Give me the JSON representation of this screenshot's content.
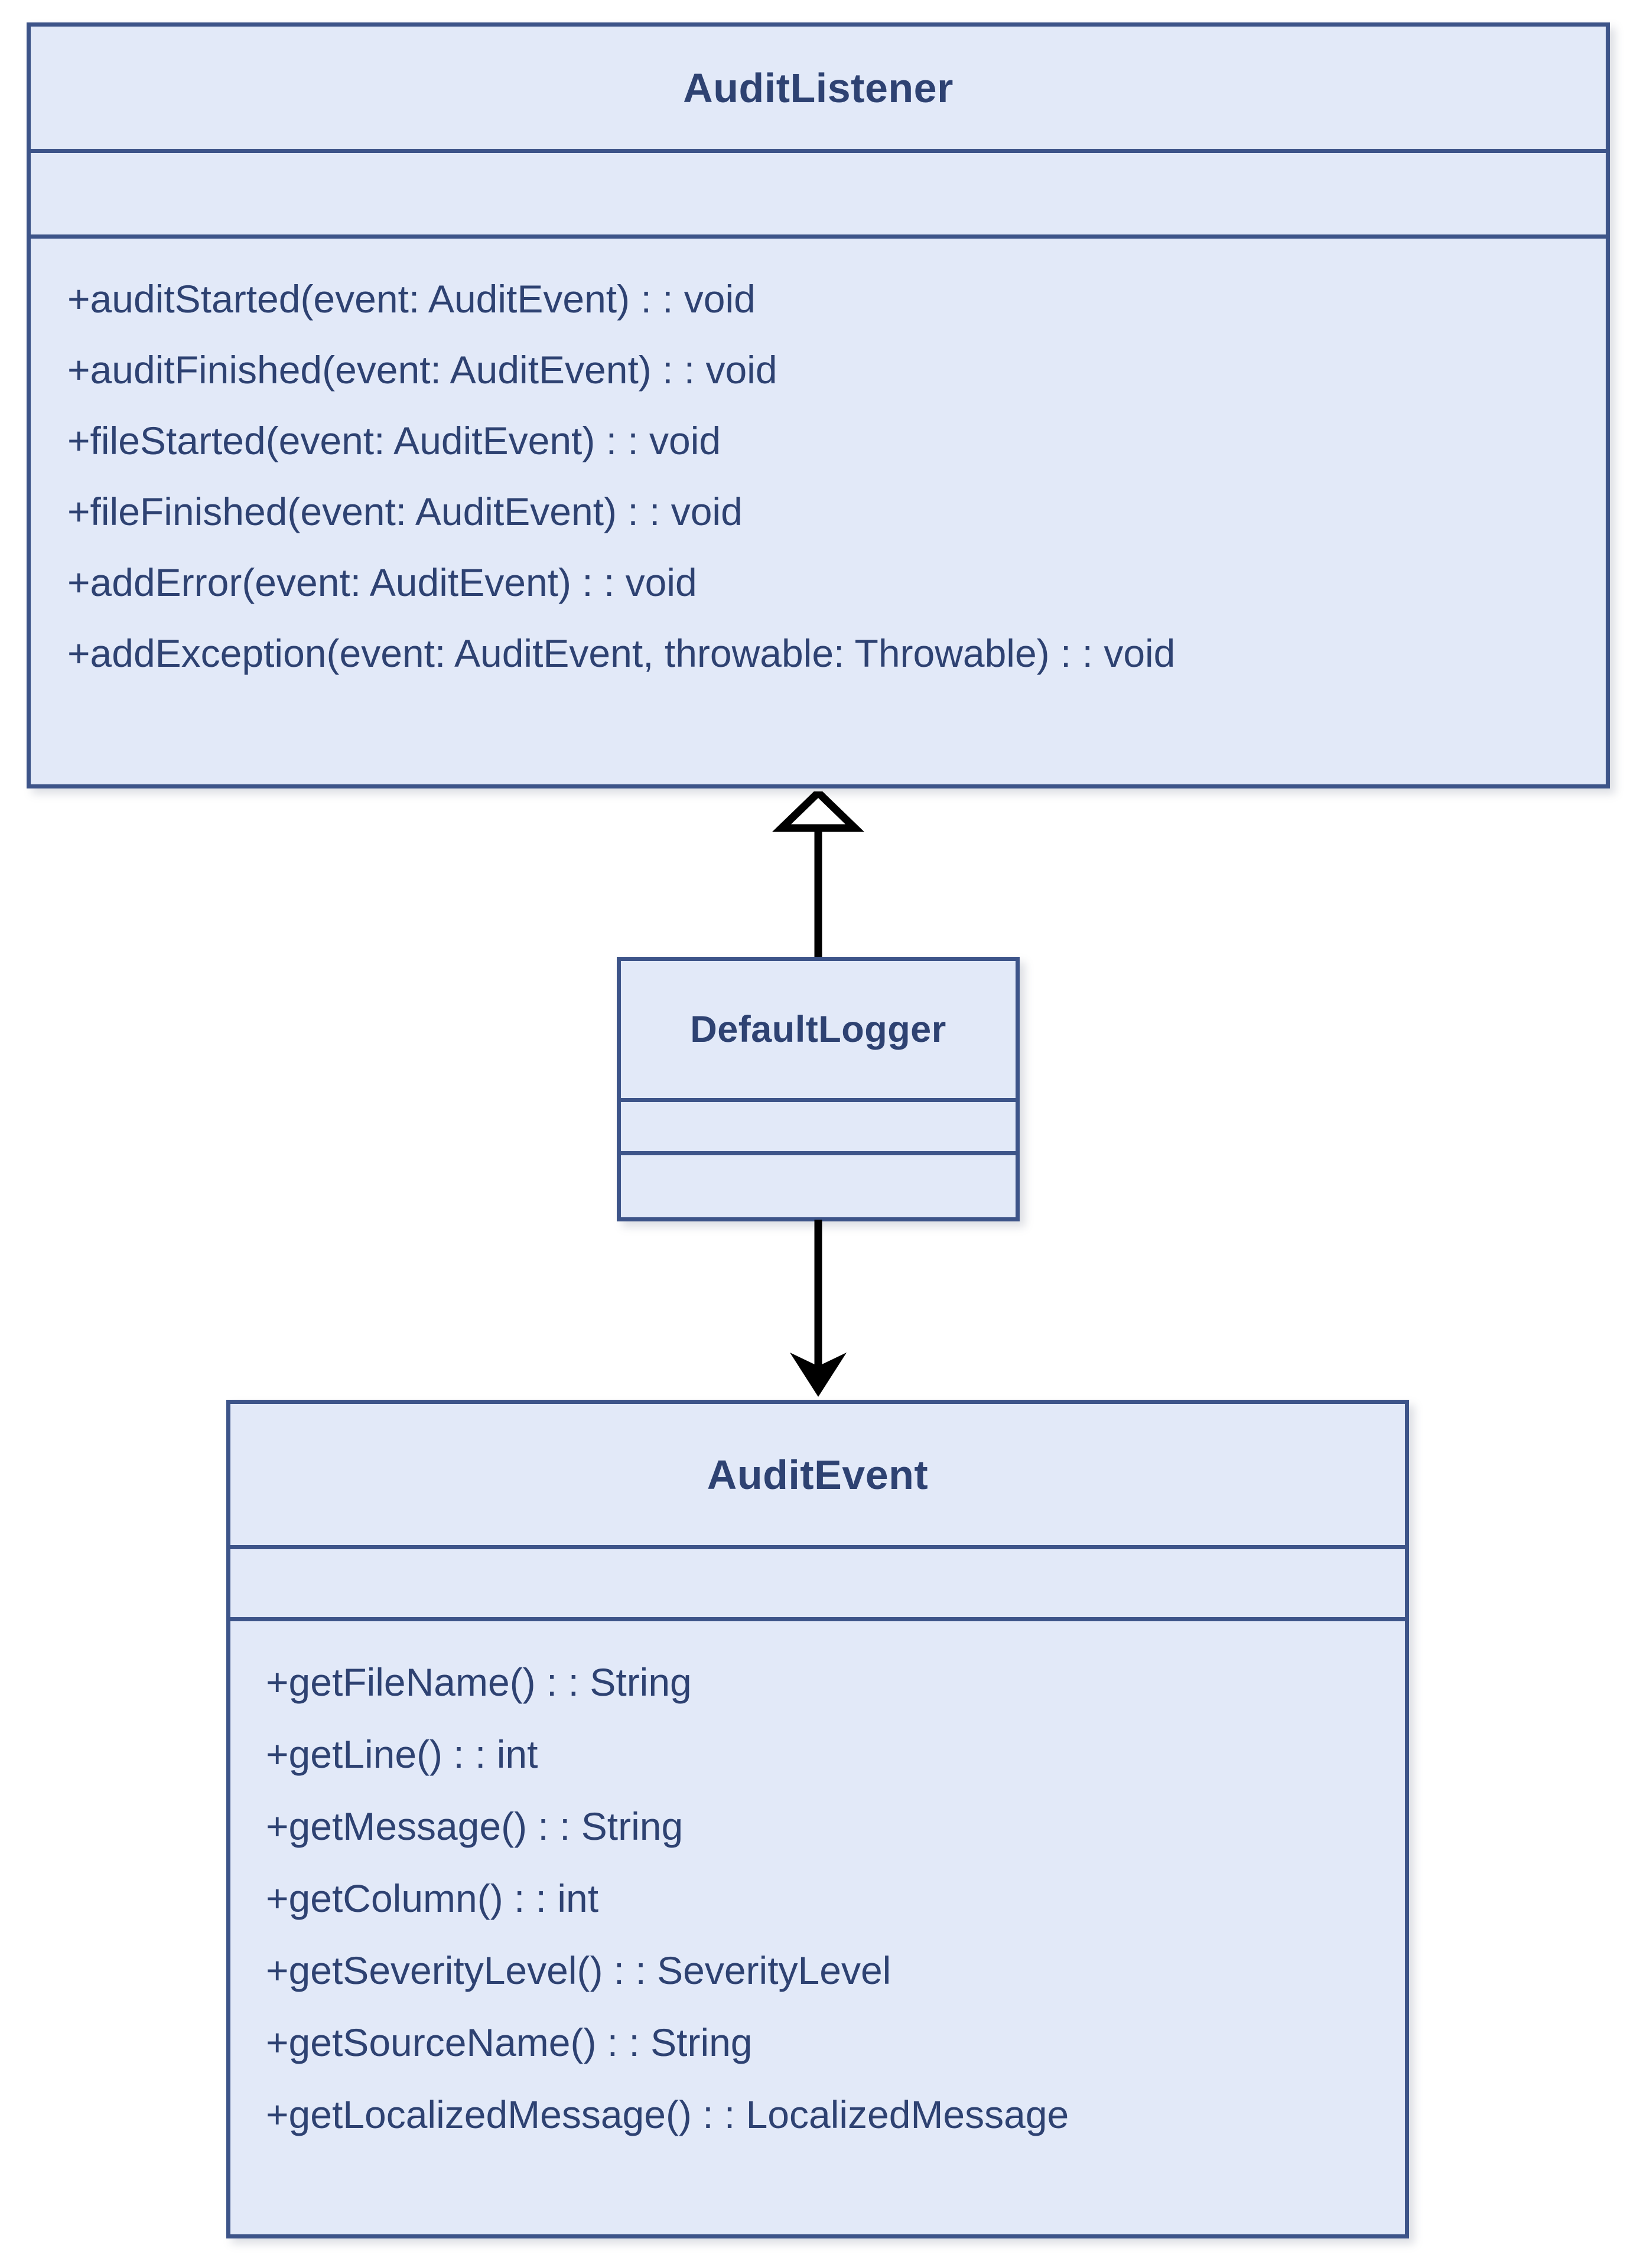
{
  "diagram": {
    "kind": "uml-class-diagram",
    "background_color": "#ffffff",
    "box_fill_color": "#e2e9f8",
    "box_border_color": "#3d5489",
    "text_color": "#2e4272",
    "connector_color": "#000000"
  },
  "classes": {
    "audit_listener": {
      "name": "AuditListener",
      "attributes": [],
      "methods": [
        "+auditStarted(event: AuditEvent) : : void",
        "+auditFinished(event: AuditEvent) : : void",
        "+fileStarted(event: AuditEvent) : : void",
        "+fileFinished(event: AuditEvent) : : void",
        "+addError(event: AuditEvent) : : void",
        "+addException(event: AuditEvent, throwable: Throwable) : : void"
      ]
    },
    "default_logger": {
      "name": "DefaultLogger",
      "attributes": [],
      "methods": []
    },
    "audit_event": {
      "name": "AuditEvent",
      "attributes": [],
      "methods": [
        "+getFileName() : : String",
        "+getLine() : : int",
        "+getMessage() : : String",
        "+getColumn() : : int",
        "+getSeverityLevel() : : SeverityLevel",
        "+getSourceName() : : String",
        "+getLocalizedMessage() : : LocalizedMessage"
      ]
    }
  },
  "connectors": [
    {
      "id": "generalization",
      "type": "generalization",
      "arrowhead": "hollow-triangle",
      "from": "DefaultLogger",
      "to": "AuditListener",
      "direction": "up"
    },
    {
      "id": "dependency",
      "type": "dependency",
      "arrowhead": "solid-arrow",
      "from": "DefaultLogger",
      "to": "AuditEvent",
      "direction": "down"
    }
  ]
}
